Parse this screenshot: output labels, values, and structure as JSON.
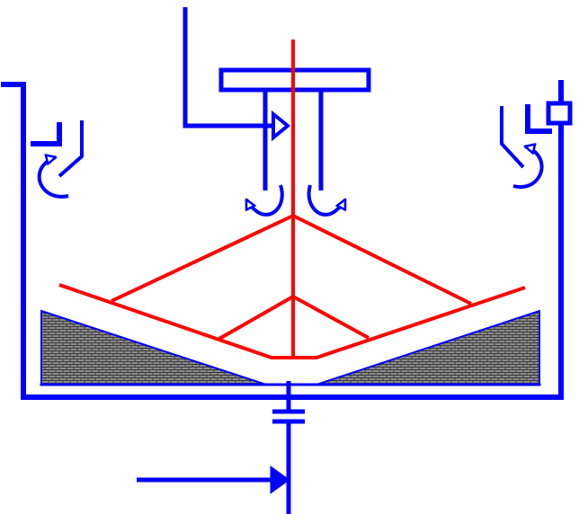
{
  "diagram": {
    "type": "schematic",
    "labels": [],
    "colors": {
      "frame": "#0000ff",
      "stirrer": "#ff0000",
      "hatch_fill": "#8c8c8c",
      "hatch_lines": "#3a3a3a",
      "background": "#ffffff"
    },
    "icons": [
      "tank-wall",
      "inlet-pipe",
      "top-crossbar",
      "central-shaft",
      "rake-arm",
      "sediment-block",
      "bottom-outlet-pipe",
      "flow-arrow",
      "circulation-arrow",
      "overflow-weir",
      "valve"
    ]
  }
}
